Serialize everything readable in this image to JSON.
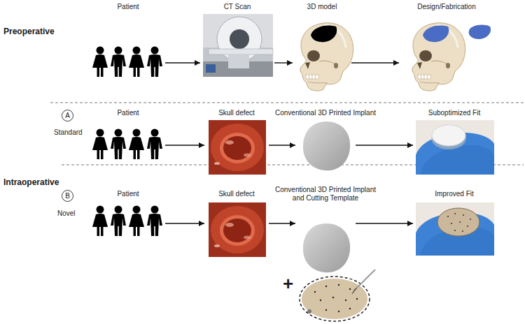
{
  "diagram": {
    "nodes": [
      {
        "text": [
          "Patient"
        ]
      },
      {
        "text": [
          "CT Scan"
        ]
      },
      {
        "text": [
          "3D model"
        ]
      },
      {
        "text": [
          "Design/Fabrication"
        ]
      },
      {
        "text": [
          "A"
        ]
      },
      {
        "text": [
          "Patient"
        ]
      },
      {
        "text": [
          "Skull defect"
        ]
      },
      {
        "text": [
          "Conventional 3D Printed Implant"
        ]
      },
      {
        "text": [
          "Suboptimized Fit"
        ]
      },
      {
        "text": [
          "B"
        ]
      },
      {
        "text": [
          "Patient"
        ]
      },
      {
        "text": [
          "Skull defect"
        ]
      },
      {
        "text": [
          "Conventional 3D Printed Implant and Cutting Template"
        ]
      },
      {
        "text": [
          "Improved Fit"
        ]
      }
    ],
    "edges": [
      {
        "from": 0,
        "to": 1,
        "arrow": "to"
      },
      {
        "from": 1,
        "to": 2,
        "arrow": "to"
      },
      {
        "from": 2,
        "to": 3,
        "arrow": "to"
      },
      {
        "from": 5,
        "to": 6,
        "arrow": "to"
      },
      {
        "from": 6,
        "to": 7,
        "arrow": "to"
      },
      {
        "from": 7,
        "to": 8,
        "arrow": "to"
      },
      {
        "from": 10,
        "to": 11,
        "arrow": "to"
      },
      {
        "from": 11,
        "to": 12,
        "arrow": "to"
      },
      {
        "from": 12,
        "to": 13,
        "arrow": "to"
      }
    ],
    "labels": [
      "Preoperative",
      "Intraoperative",
      "Standard",
      "Novel",
      "+"
    ]
  }
}
